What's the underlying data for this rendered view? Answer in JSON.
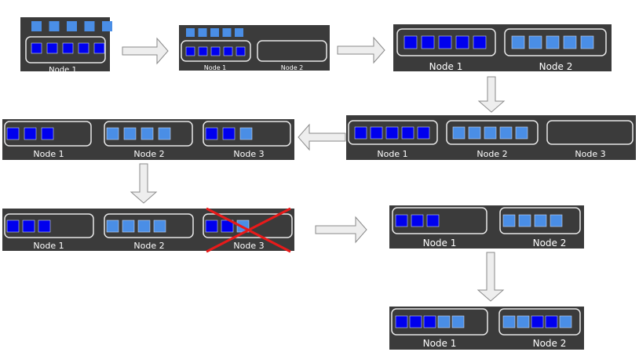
{
  "colors": {
    "background": "#ffffff",
    "panel": "#3b3b3b",
    "node_border": "#e8e8e8",
    "shard_primary": "#0000ee",
    "shard_replica": "#4a8ee6",
    "shard_stroke": "#c9d6f0",
    "arrow_fill": "#eeeeee",
    "arrow_stroke": "#8a8a8a",
    "cross": "#e81a1a",
    "label_text": "#ffffff"
  },
  "labels": {
    "node1": "Node 1",
    "node2": "Node 2",
    "node3": "Node 3"
  },
  "stages": [
    {
      "id": "s1",
      "nodes": [
        {
          "label": "Node 1",
          "shards": [
            "primary",
            "primary",
            "primary",
            "primary",
            "primary"
          ]
        }
      ],
      "unassigned": [
        "replica",
        "replica",
        "replica",
        "replica",
        "replica"
      ]
    },
    {
      "id": "s2",
      "nodes": [
        {
          "label": "Node 1",
          "shards": [
            "primary",
            "primary",
            "primary",
            "primary",
            "primary"
          ]
        },
        {
          "label": "Node 2",
          "shards": []
        }
      ],
      "unassigned": [
        "replica",
        "replica",
        "replica",
        "replica",
        "replica"
      ]
    },
    {
      "id": "s3",
      "nodes": [
        {
          "label": "Node 1",
          "shards": [
            "primary",
            "primary",
            "primary",
            "primary",
            "primary"
          ]
        },
        {
          "label": "Node 2",
          "shards": [
            "replica",
            "replica",
            "replica",
            "replica",
            "replica"
          ]
        }
      ]
    },
    {
      "id": "s4",
      "nodes": [
        {
          "label": "Node 1",
          "shards": [
            "primary",
            "primary",
            "primary",
            "primary",
            "primary"
          ]
        },
        {
          "label": "Node 2",
          "shards": [
            "replica",
            "replica",
            "replica",
            "replica",
            "replica"
          ]
        },
        {
          "label": "Node 3",
          "shards": []
        }
      ]
    },
    {
      "id": "s5",
      "nodes": [
        {
          "label": "Node 1",
          "shards": [
            "primary",
            "primary",
            "primary"
          ]
        },
        {
          "label": "Node 2",
          "shards": [
            "replica",
            "replica",
            "replica",
            "replica"
          ]
        },
        {
          "label": "Node 3",
          "shards": [
            "primary",
            "primary",
            "replica"
          ]
        }
      ]
    },
    {
      "id": "s6",
      "nodes": [
        {
          "label": "Node 1",
          "shards": [
            "primary",
            "primary",
            "primary"
          ]
        },
        {
          "label": "Node 2",
          "shards": [
            "replica",
            "replica",
            "replica",
            "replica"
          ]
        },
        {
          "label": "Node 3",
          "shards": [
            "primary",
            "primary",
            "replica"
          ],
          "failed": true
        }
      ]
    },
    {
      "id": "s7",
      "nodes": [
        {
          "label": "Node 1",
          "shards": [
            "primary",
            "primary",
            "primary"
          ]
        },
        {
          "label": "Node 2",
          "shards": [
            "replica",
            "replica",
            "replica",
            "replica"
          ]
        }
      ]
    },
    {
      "id": "s8",
      "nodes": [
        {
          "label": "Node 1",
          "shards": [
            "primary",
            "primary",
            "primary",
            "replica",
            "replica"
          ]
        },
        {
          "label": "Node 2",
          "shards": [
            "replica",
            "replica",
            "primary",
            "primary",
            "replica"
          ]
        }
      ]
    }
  ],
  "arrows": [
    {
      "from": "s1",
      "to": "s2",
      "direction": "right"
    },
    {
      "from": "s2",
      "to": "s3",
      "direction": "right"
    },
    {
      "from": "s3",
      "to": "s4",
      "direction": "down"
    },
    {
      "from": "s4",
      "to": "s5",
      "direction": "left"
    },
    {
      "from": "s5",
      "to": "s6",
      "direction": "down"
    },
    {
      "from": "s6",
      "to": "s7",
      "direction": "right"
    },
    {
      "from": "s7",
      "to": "s8",
      "direction": "down"
    }
  ]
}
